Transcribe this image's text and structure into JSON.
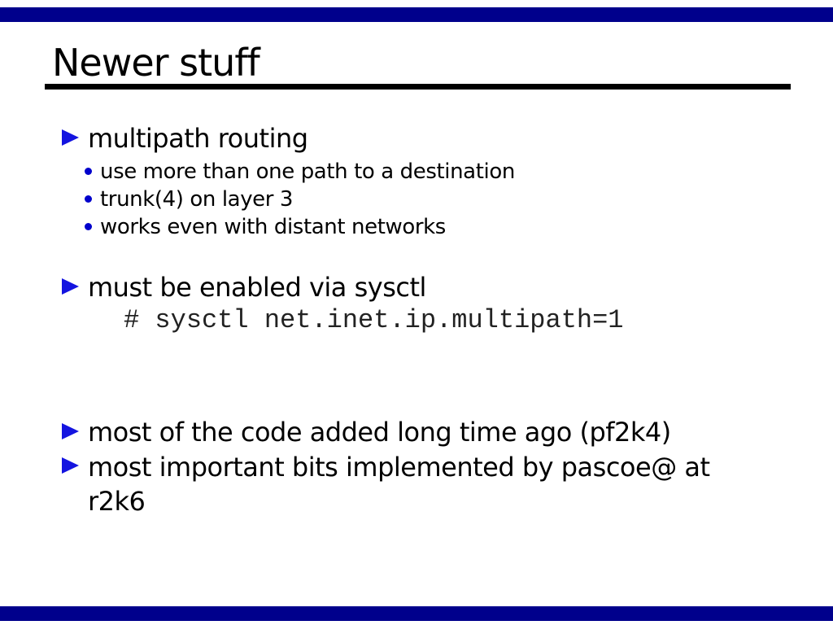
{
  "slide": {
    "title": "Newer stuff",
    "sections": {
      "multipath": {
        "heading": "multipath routing",
        "items": [
          "use more than one path to a destination",
          "trunk(4) on layer 3",
          "works even with distant networks"
        ]
      },
      "sysctl": {
        "heading": "must be enabled via sysctl",
        "command": "# sysctl net.inet.ip.multipath=1"
      },
      "history": {
        "line1": "most of the code added long time ago (pf2k4)",
        "line2": "most important bits implemented by pascoe@ at r2k6"
      }
    },
    "colors": {
      "bar": "#00008c",
      "bullet_triangle": "#1414e0",
      "bullet_dot": "#0000cc",
      "underline": "#000000",
      "code_text": "#222222"
    }
  }
}
